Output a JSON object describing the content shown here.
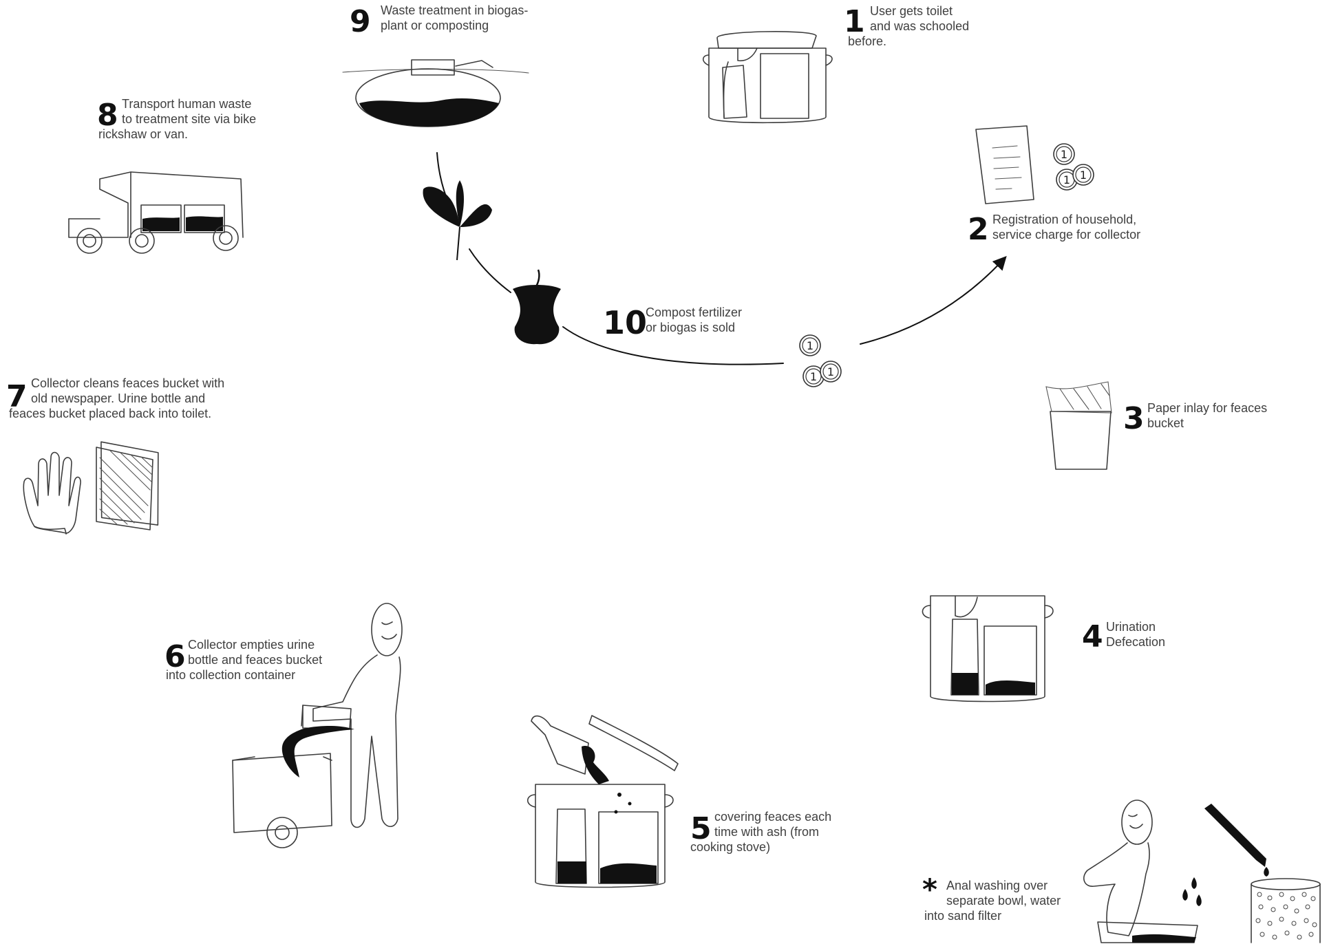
{
  "steps": [
    {
      "id": "s1",
      "num": "1",
      "lines": [
        "User gets toilet",
        "and was schooled",
        "before."
      ]
    },
    {
      "id": "s2",
      "num": "2",
      "lines": [
        "Registration of household,",
        "service charge for collector"
      ]
    },
    {
      "id": "s3",
      "num": "3",
      "lines": [
        "Paper inlay for feaces",
        "bucket"
      ]
    },
    {
      "id": "s4",
      "num": "4",
      "lines": [
        "Urination",
        "Defecation"
      ]
    },
    {
      "id": "s5",
      "num": "5",
      "lines": [
        "covering feaces each",
        "time with ash  (from",
        "cooking stove)"
      ]
    },
    {
      "id": "s6",
      "num": "6",
      "lines": [
        "Collector empties urine",
        "bottle and feaces bucket",
        "into collection container"
      ]
    },
    {
      "id": "s7",
      "num": "7",
      "lines": [
        "Collector cleans feaces bucket with",
        "old newspaper. Urine bottle and",
        "feaces bucket placed back into toilet."
      ]
    },
    {
      "id": "s8",
      "num": "8",
      "lines": [
        "Transport human waste",
        "to treatment site via bike",
        "rickshaw or van."
      ]
    },
    {
      "id": "s9",
      "num": "9",
      "lines": [
        "Waste treatment in biogas-",
        "plant or composting"
      ]
    },
    {
      "id": "s10",
      "num": "10",
      "lines": [
        "Compost fertilizer",
        "or biogas is sold"
      ]
    },
    {
      "id": "sx",
      "num": "*",
      "lines": [
        "Anal washing over",
        "separate bowl, water",
        "into sand filter"
      ]
    }
  ],
  "coin_label": "1",
  "illustrations": {
    "toilet_1": "dry-toilet-box-icon",
    "document_2": "registration-document-icon",
    "coins": "coin-icon",
    "bucket_3": "paper-lined-bucket-icon",
    "toilet_4": "toilet-with-waste-icon",
    "toilet_5": "toilet-with-ash-icon",
    "collector_6": "collector-person-icon",
    "glove_7": "glove-icon",
    "newspaper_7": "newspaper-icon",
    "van_8": "van-icon",
    "tank_9": "biogas-tank-icon",
    "leaf_10": "leaf-icon",
    "apple_10": "apple-core-icon",
    "washing_person": "washing-person-icon",
    "sand_filter": "sand-filter-icon"
  },
  "colors": {
    "ink": "#111111",
    "line": "#3d3d3d",
    "text": "#404040",
    "background": "#ffffff"
  }
}
